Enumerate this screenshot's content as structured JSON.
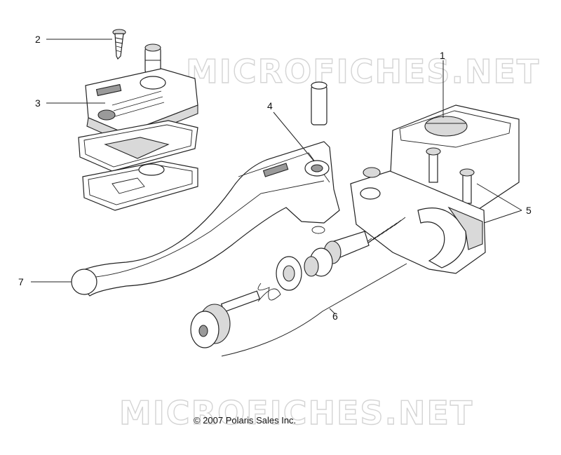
{
  "watermark": {
    "top": "MICROFICHES.NET",
    "bottom": "MICROFICHES.NET"
  },
  "copyright": "© 2007 Polaris Sales Inc.",
  "callouts": [
    {
      "id": "1",
      "label": "1"
    },
    {
      "id": "2",
      "label": "2"
    },
    {
      "id": "3",
      "label": "3"
    },
    {
      "id": "4",
      "label": "4"
    },
    {
      "id": "5",
      "label": "5"
    },
    {
      "id": "6",
      "label": "6"
    },
    {
      "id": "7",
      "label": "7"
    }
  ]
}
